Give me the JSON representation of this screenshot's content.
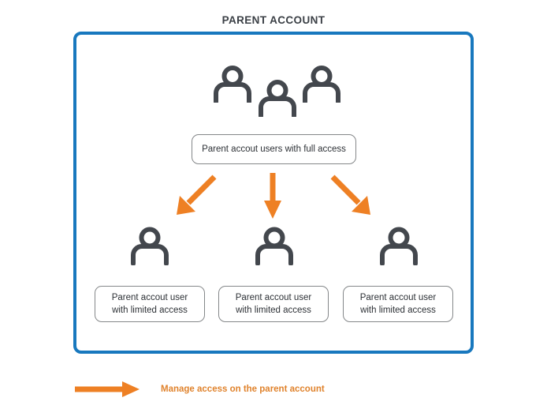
{
  "page": {
    "title": "PARENT ACCOUNT",
    "background": "#ffffff"
  },
  "colors": {
    "container_border": "#1878be",
    "arrow_orange": "#ee8024",
    "legend_text": "#e0832d",
    "icon_gray": "#43474d",
    "box_border": "#848789",
    "title_text": "#3b4046",
    "box_text": "#2d3136"
  },
  "container": {
    "name": "parent-account-container",
    "top_group": {
      "icon": "people-group-icon",
      "count": 3,
      "people": [
        {
          "icon": "person-icon",
          "position": "left"
        },
        {
          "icon": "person-icon",
          "position": "middle"
        },
        {
          "icon": "person-icon",
          "position": "right"
        }
      ]
    },
    "full_access_box": {
      "label": "Parent accout users with full access"
    },
    "arrows": [
      {
        "icon": "arrow-down-left-icon",
        "direction": "down-left"
      },
      {
        "icon": "arrow-down-icon",
        "direction": "down"
      },
      {
        "icon": "arrow-down-right-icon",
        "direction": "down-right"
      }
    ],
    "limited_users": [
      {
        "icon": "person-icon",
        "label_line1": "Parent accout user",
        "label_line2": "with limited access"
      },
      {
        "icon": "person-icon",
        "label_line1": "Parent accout user",
        "label_line2": "with limited access"
      },
      {
        "icon": "person-icon",
        "label_line1": "Parent accout user",
        "label_line2": "with limited access"
      }
    ]
  },
  "legend": {
    "icon": "arrow-right-icon",
    "label": "Manage access on the parent account"
  }
}
